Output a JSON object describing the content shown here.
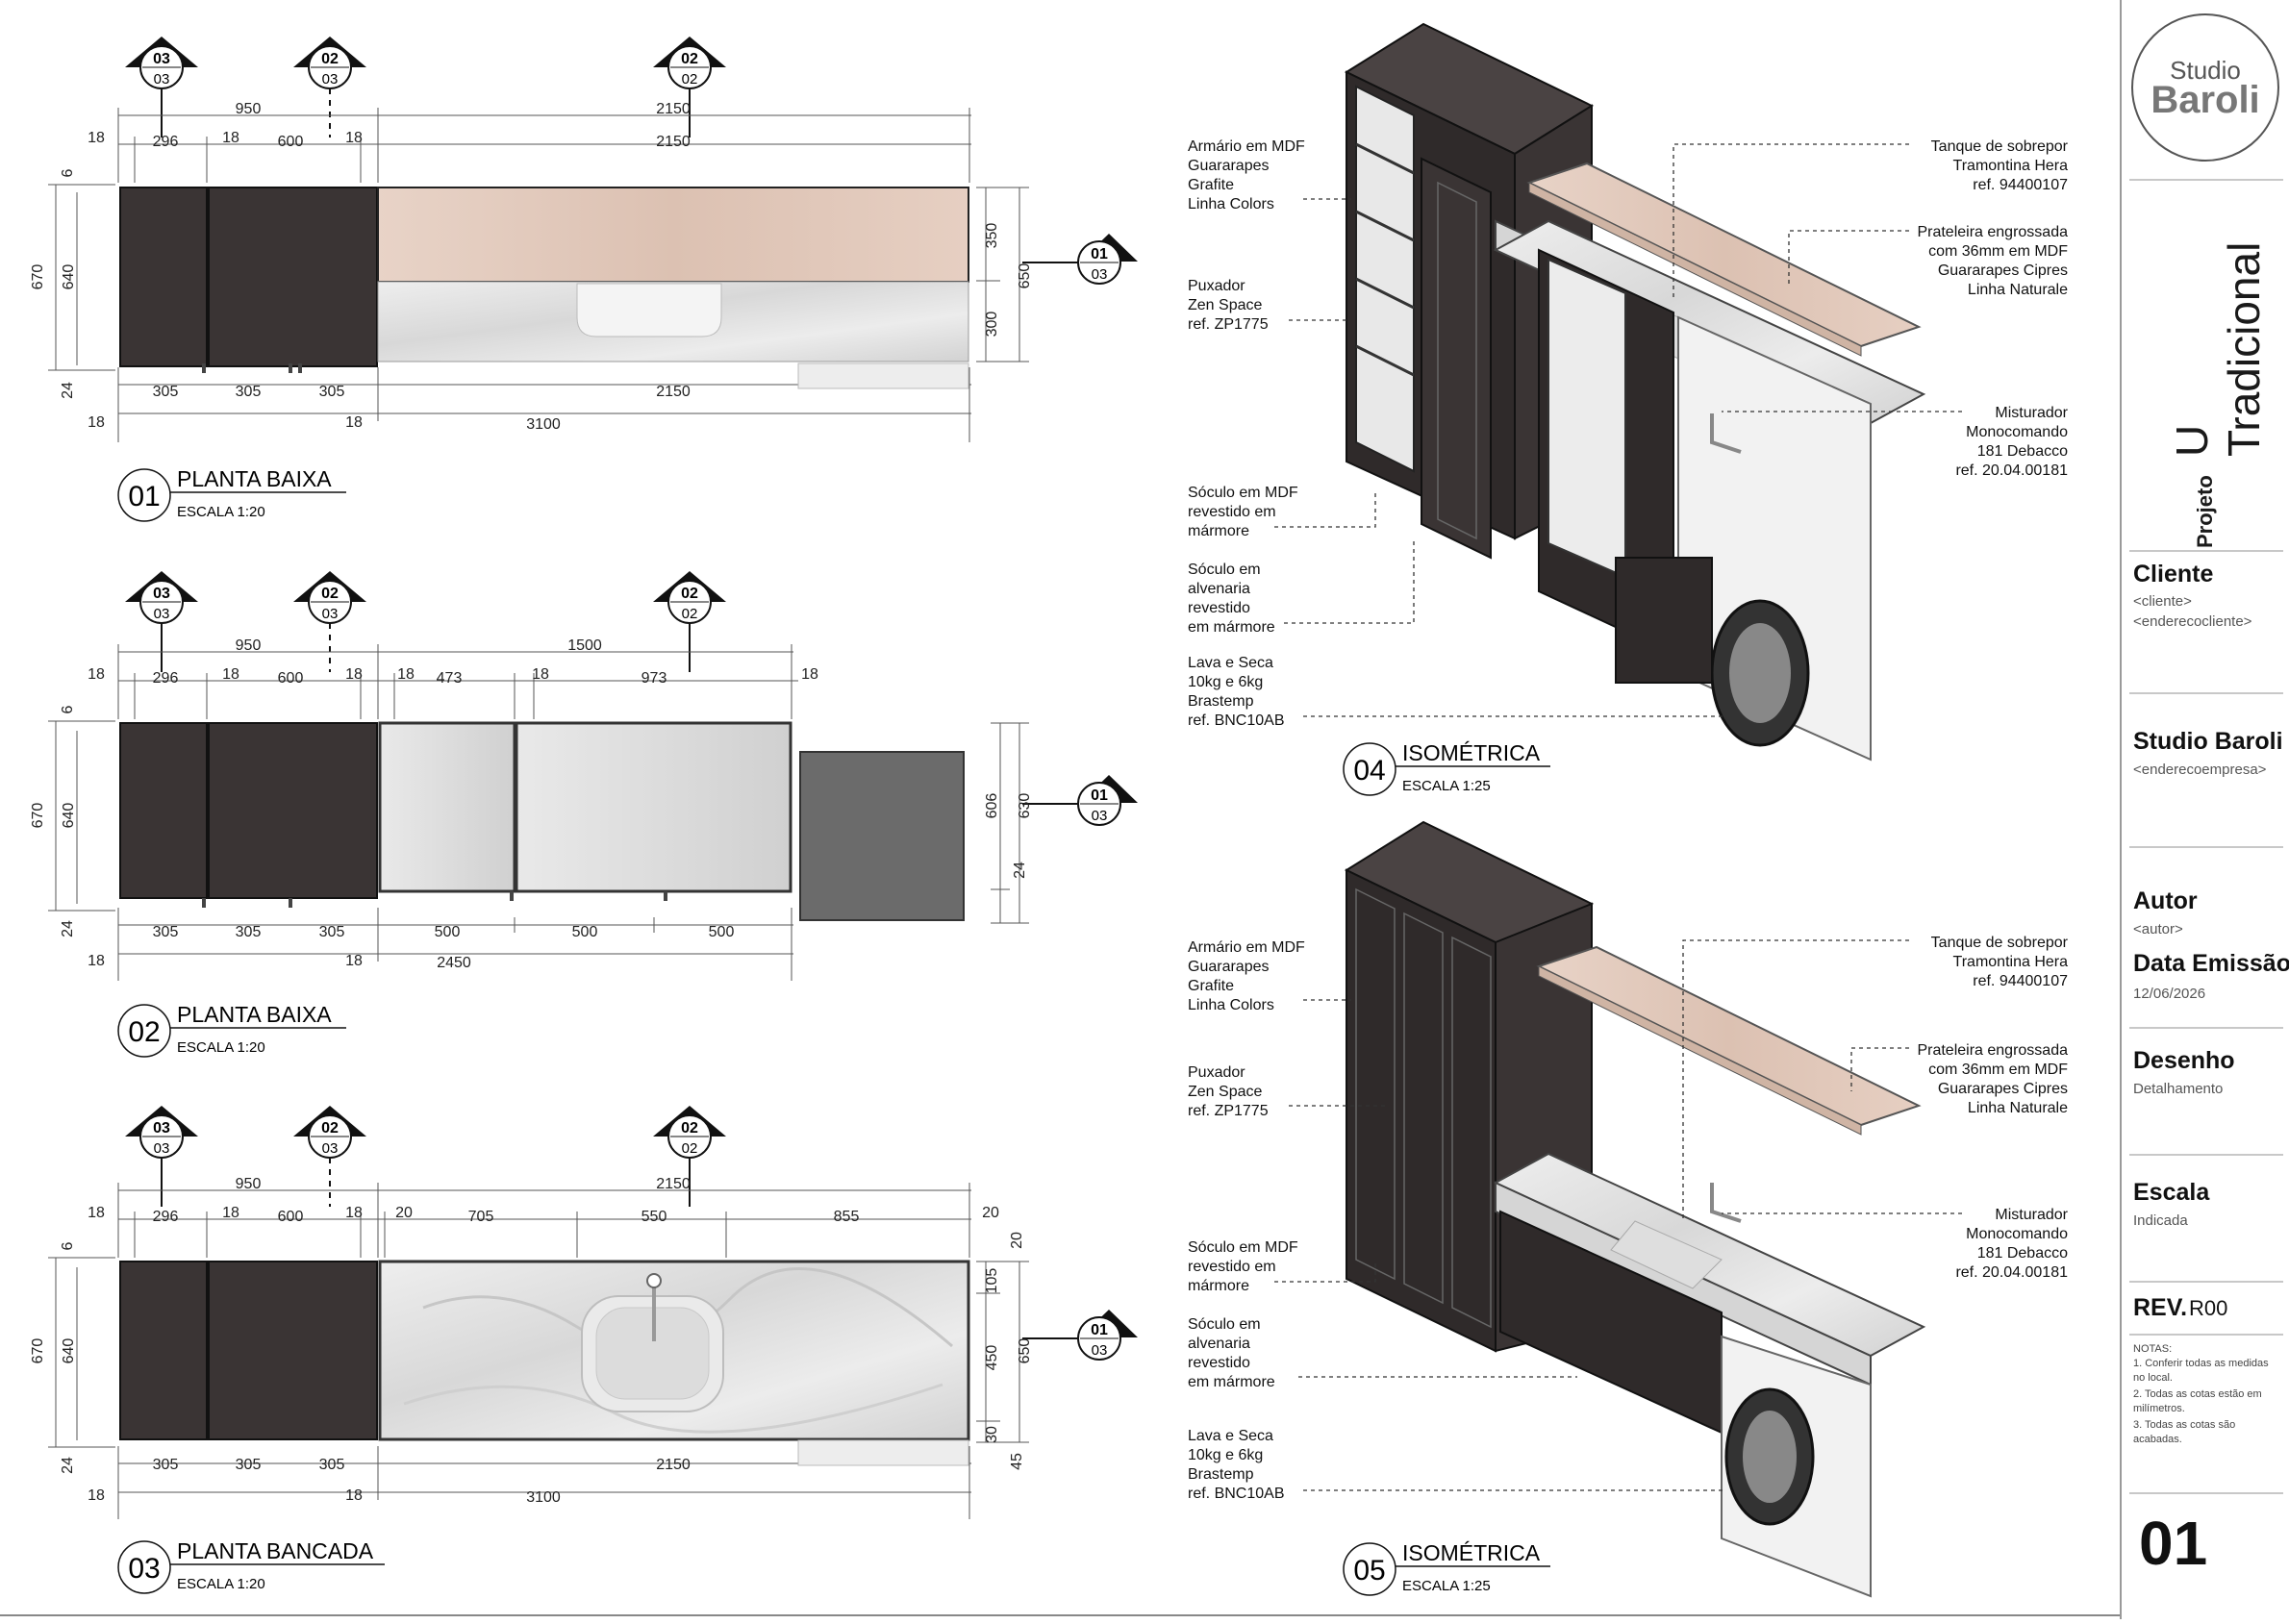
{
  "views": [
    {
      "number": "01",
      "title": "PLANTA BAIXA",
      "scale": "ESCALA 1:20"
    },
    {
      "number": "02",
      "title": "PLANTA BAIXA",
      "scale": "ESCALA 1:20"
    },
    {
      "number": "03",
      "title": "PLANTA BANCADA",
      "scale": "ESCALA 1:20"
    },
    {
      "number": "04",
      "title": "ISOMÉTRICA",
      "scale": "ESCALA 1:25"
    },
    {
      "number": "05",
      "title": "ISOMÉTRICA",
      "scale": "ESCALA 1:25"
    }
  ],
  "section_markers": {
    "m0303": {
      "top": "03",
      "bottom": "03"
    },
    "m0203": {
      "top": "02",
      "bottom": "03"
    },
    "m0202": {
      "top": "02",
      "bottom": "02"
    },
    "m0103": {
      "top": "01",
      "bottom": "03"
    }
  },
  "dims": {
    "v1": {
      "top_950": "950",
      "top_2150": "2150",
      "s18a": "18",
      "s296": "296",
      "s18b": "18",
      "s600": "600",
      "s18c": "18",
      "s2150": "2150",
      "l6": "6",
      "l670": "670",
      "l640": "640",
      "l24": "24",
      "b305a": "305",
      "b305b": "305",
      "b305c": "305",
      "b2150": "2150",
      "b18a": "18",
      "b18b": "18",
      "b3100": "3100",
      "r350": "350",
      "r300": "300",
      "r650": "650"
    },
    "v2": {
      "top_950": "950",
      "top_1500": "1500",
      "s18a": "18",
      "s296": "296",
      "s18b": "18",
      "s600": "600",
      "s18c": "18",
      "s18d": "18",
      "s473": "473",
      "s18e": "18",
      "s973": "973",
      "s18f": "18",
      "l6": "6",
      "l670": "670",
      "l640": "640",
      "l24": "24",
      "b305a": "305",
      "b305b": "305",
      "b305c": "305",
      "b500a": "500",
      "b500b": "500",
      "b500c": "500",
      "b18a": "18",
      "b18b": "18",
      "b2450": "2450",
      "r606": "606",
      "r630": "630",
      "r24": "24"
    },
    "v3": {
      "top_950": "950",
      "top_2150": "2150",
      "s18a": "18",
      "s296": "296",
      "s18b": "18",
      "s600": "600",
      "s18c": "18",
      "s20a": "20",
      "s705": "705",
      "s550": "550",
      "s855": "855",
      "s20b": "20",
      "l6": "6",
      "l670": "670",
      "l640": "640",
      "l24": "24",
      "b305a": "305",
      "b305b": "305",
      "b305c": "305",
      "b2150": "2150",
      "b18a": "18",
      "b18b": "18",
      "b3100": "3100",
      "r20": "20",
      "r105": "105",
      "r450": "450",
      "r650": "650",
      "r30": "30",
      "r45": "45"
    }
  },
  "annotations_left": {
    "armario": [
      "Armário em MDF",
      "Guararapes",
      "Grafite",
      "Linha Colors"
    ],
    "puxador": [
      "Puxador",
      "Zen Space",
      "ref. ZP1775"
    ],
    "soculo_mdf": [
      "Sóculo em MDF",
      "revestido em",
      "mármore"
    ],
    "soculo_alv": [
      "Sóculo em",
      "alvenaria",
      "revestido",
      "em mármore"
    ],
    "lava": [
      "Lava e Seca",
      "10kg e 6kg",
      "Brastemp",
      "ref. BNC10AB"
    ]
  },
  "annotations_right": {
    "tanque": [
      "Tanque de sobrepor",
      "Tramontina Hera",
      "ref. 94400107"
    ],
    "prateleira": [
      "Prateleira engrossada",
      "com 36mm em MDF",
      "Guararapes Cipres",
      "Linha Naturale"
    ],
    "misturador": [
      "Misturador",
      "Monocomando",
      "181 Debacco",
      "ref. 20.04.00181"
    ]
  },
  "titleblock": {
    "logo_line1": "Studio",
    "logo_line2": "Baroli",
    "project_label": "Projeto",
    "project_name": "U Tradicional",
    "client_label": "Cliente",
    "client_name": "<cliente>",
    "client_address": "<enderecocliente>",
    "company_name": "Studio Baroli",
    "company_address": "<enderecoempresa>",
    "author_label": "Autor",
    "author_value": "<autor>",
    "date_label": "Data Emissão",
    "date_value": "12/06/2026",
    "drawing_label": "Desenho",
    "drawing_value": "Detalhamento",
    "scale_label": "Escala",
    "scale_value": "Indicada",
    "rev_label": "REV.",
    "rev_value": "R00",
    "notes_title": "NOTAS:",
    "notes": [
      "1. Conferir todas as medidas no local.",
      "2. Todas as cotas estão em milímetros.",
      "3. Todas as cotas são acabadas."
    ],
    "sheet_number": "01"
  },
  "colors": {
    "cabinet": "#3a3434",
    "wood": "#e6cfc2",
    "marble": "#e4e4e4",
    "appliance": "#6b6b6b"
  }
}
